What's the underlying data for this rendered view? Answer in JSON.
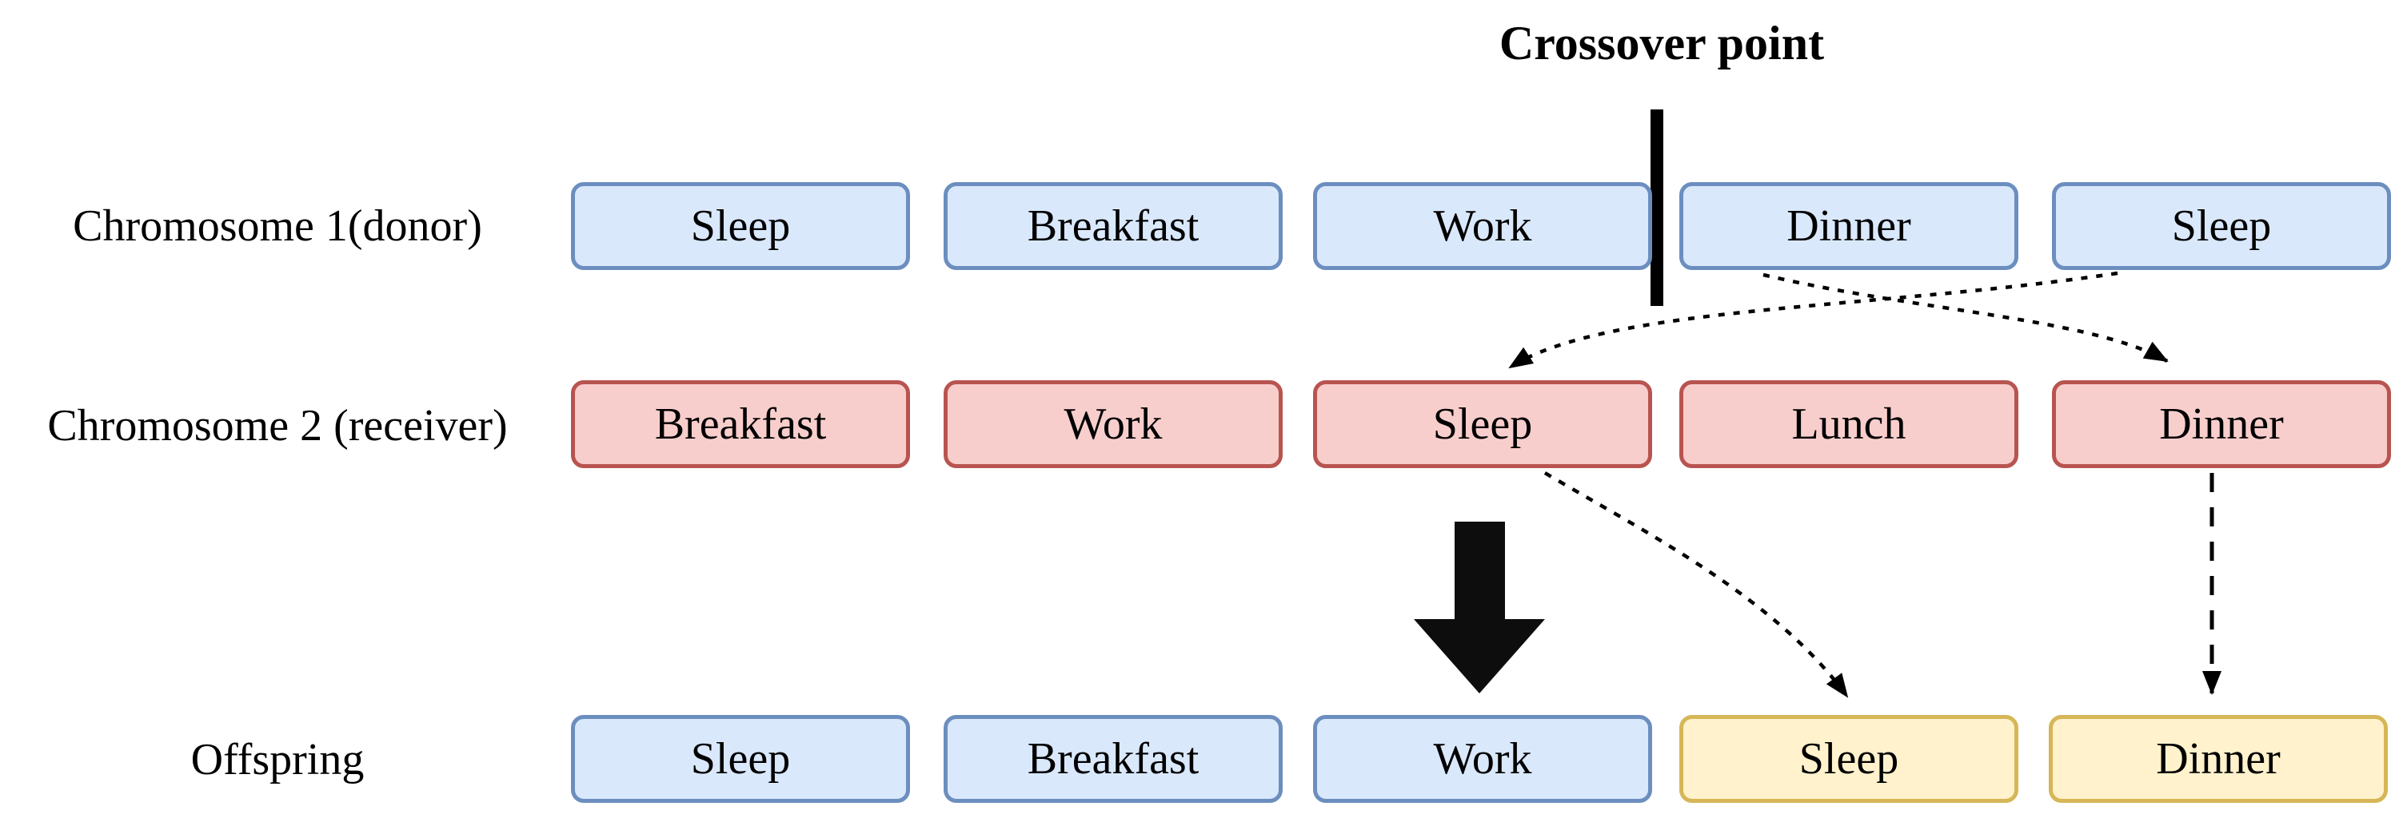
{
  "title": "Crossover point",
  "rows": [
    {
      "label": "Chromosome 1(donor)",
      "role": "donor",
      "genes": [
        "Sleep",
        "Breakfast",
        "Work",
        "Dinner",
        "Sleep"
      ]
    },
    {
      "label": "Chromosome 2 (receiver)",
      "role": "receiver",
      "genes": [
        "Breakfast",
        "Work",
        "Sleep",
        "Lunch",
        "Dinner"
      ]
    },
    {
      "label": "Offspring",
      "role": "offspring",
      "genes": [
        "Sleep",
        "Breakfast",
        "Work",
        "Sleep",
        "Dinner"
      ]
    }
  ],
  "crossover": {
    "marker_between": [
      "Work",
      "Dinner"
    ],
    "donor_row_position": "between gene 3 and gene 4"
  },
  "transfers": [
    {
      "from": "Chromosome 1 / Sleep (gene 5)",
      "to": "Chromosome 2 / Sleep (gene 3)"
    },
    {
      "from": "Chromosome 1 / Dinner (gene 4)",
      "to": "Chromosome 2 / Dinner (gene 5)"
    },
    {
      "from": "Chromosome 2 / Sleep (gene 3)",
      "to": "Offspring / Sleep (gene 4)"
    },
    {
      "from": "Chromosome 2 / Dinner (gene 5)",
      "to": "Offspring / Dinner (gene 5)"
    }
  ],
  "offspring_inherited_gene_positions": [
    4,
    5
  ],
  "colors": {
    "donor_box_fill": "#dae8fc",
    "donor_box_border": "#6c8ebf",
    "receiver_box_fill": "#f8cecc",
    "receiver_box_border": "#b85450",
    "inherited_box_fill": "#fff2cc",
    "inherited_box_border": "#d6b656",
    "annotation": "#000000",
    "background": "#ffffff"
  }
}
